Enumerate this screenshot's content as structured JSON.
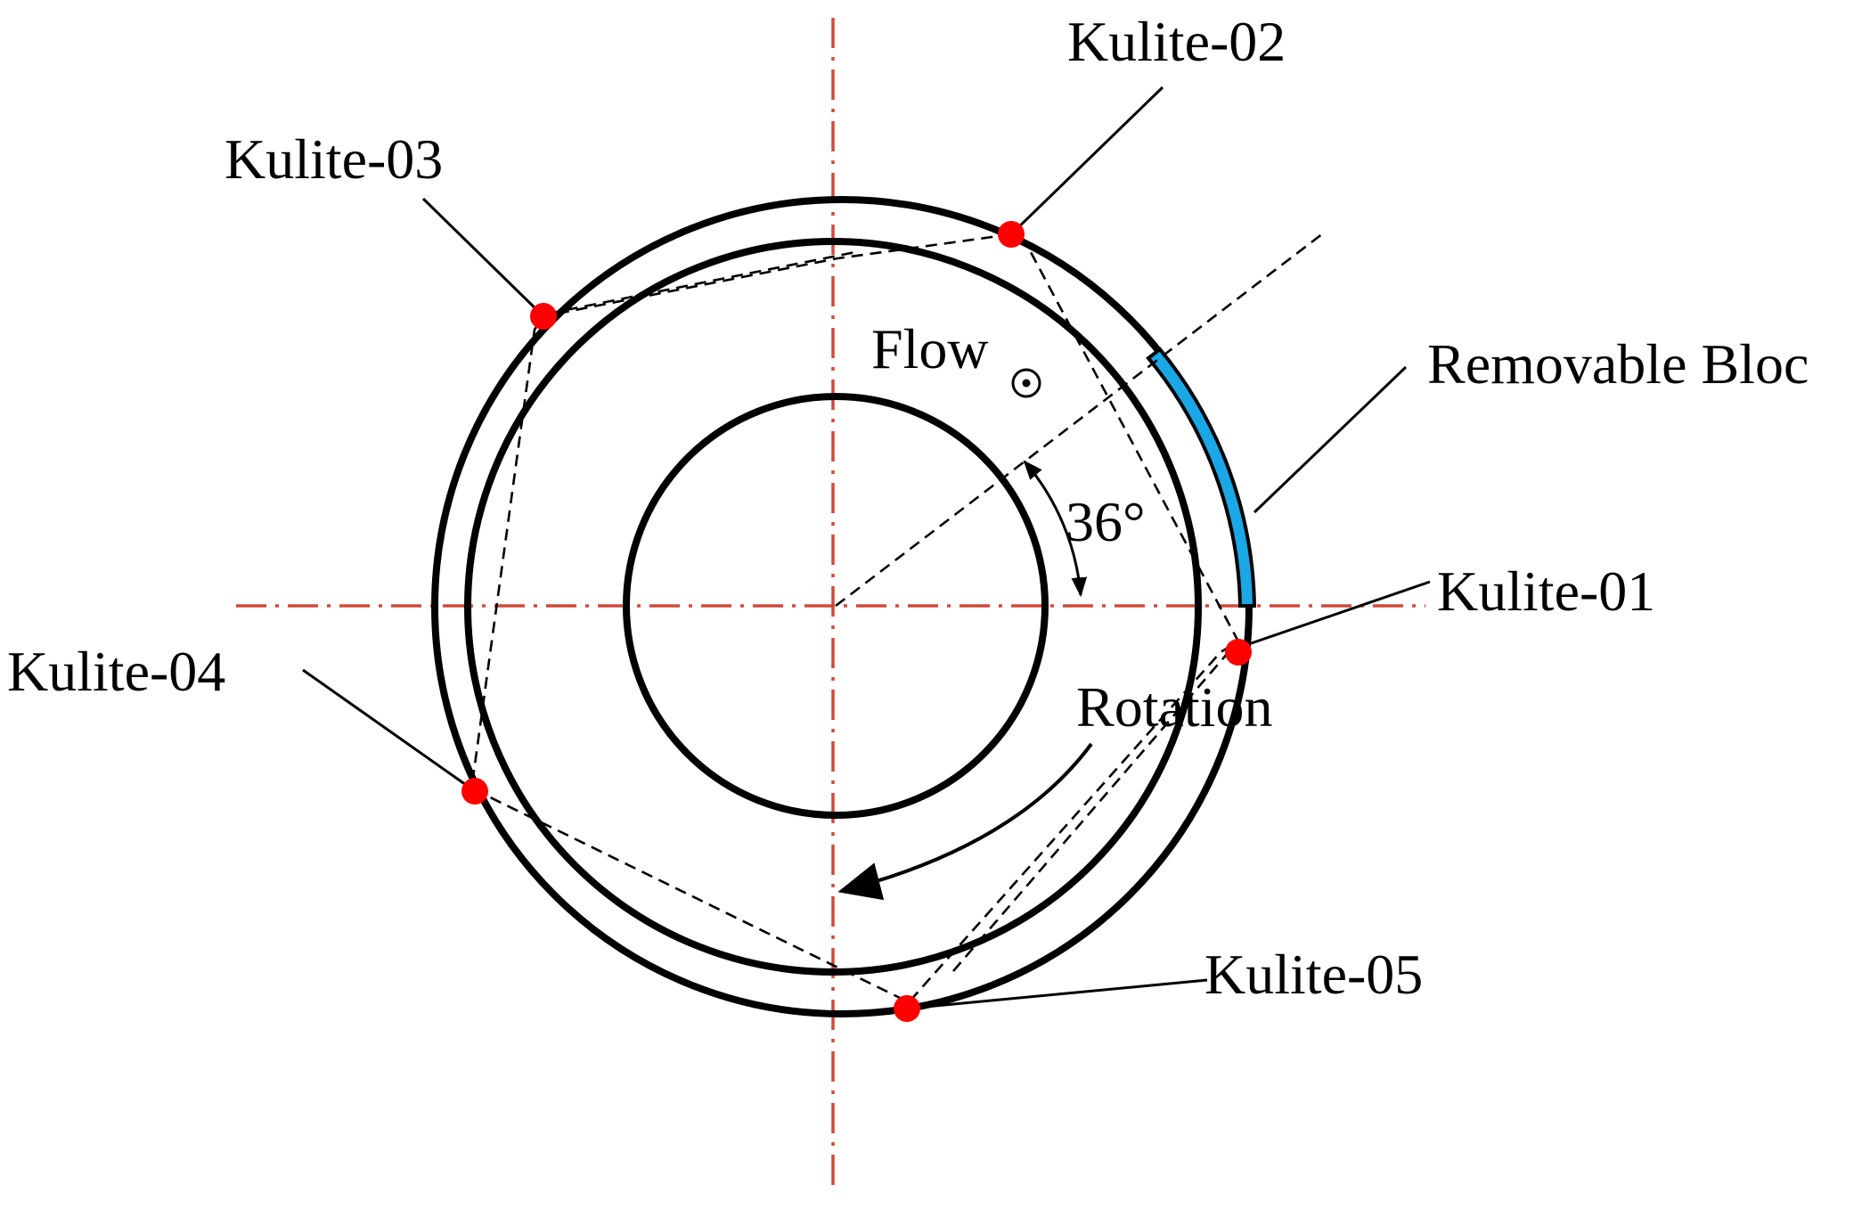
{
  "labels": {
    "kulite_01": "Kulite-01",
    "kulite_02": "Kulite-02",
    "kulite_03": "Kulite-03",
    "kulite_04": "Kulite-04",
    "kulite_05": "Kulite-05",
    "removable_bloc": "Removable Bloc",
    "flow": "Flow",
    "rotation": "Rotation",
    "angle": "36°"
  },
  "colors": {
    "sensor": "#ff0000",
    "axis": "#d04a3a",
    "removable_bloc": "#1aa7e6",
    "outline": "#000000"
  },
  "icons": {
    "flow_direction": "out-of-page-dot-circle-icon"
  }
}
